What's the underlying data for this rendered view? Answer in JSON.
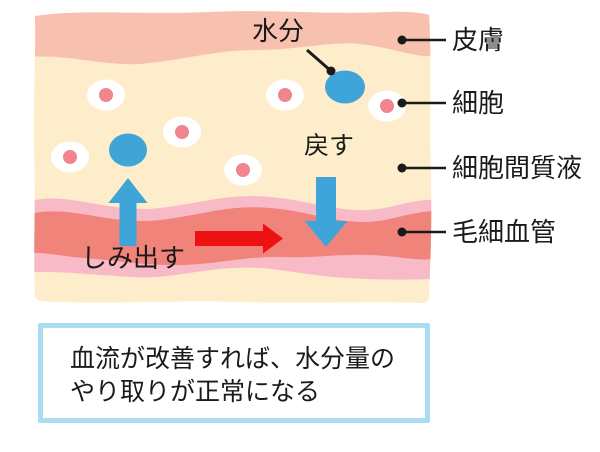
{
  "colors": {
    "background": "#ffffff",
    "skin_band": "#f8c0ae",
    "tissue_fluid": "#fdedca",
    "capillary_outer": "#f9bac7",
    "capillary_inner": "#f0837a",
    "cell_body": "#ffffff",
    "cell_nucleus": "#f0858d",
    "water_blue": "#3fa5d8",
    "flow_arrow_red": "#ee1111",
    "line_black": "#1a1a1a",
    "caption_border": "#a9def2"
  },
  "diagram": {
    "water_label": "水分",
    "return_label": "戻す",
    "seep_label": "しみ出す",
    "legend": [
      {
        "label": "皮膚"
      },
      {
        "label": "細胞"
      },
      {
        "label": "細胞間質液"
      },
      {
        "label": "毛細血管"
      }
    ]
  },
  "caption": {
    "line1": "血流が改善すれば、水分量の",
    "line2": "やり取りが正常になる"
  }
}
